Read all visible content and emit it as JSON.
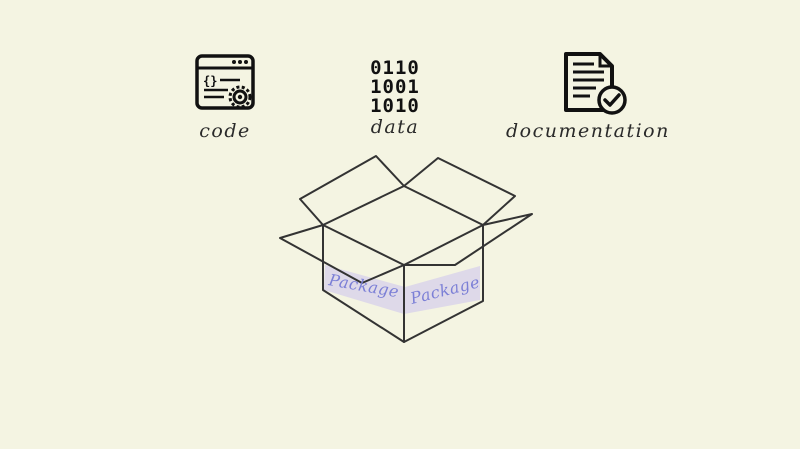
{
  "items": [
    {
      "label": "code",
      "icon": "code-window-icon"
    },
    {
      "label": "data",
      "icon": "binary-data-icon",
      "binary": [
        "0110",
        "1001",
        "1010"
      ]
    },
    {
      "label": "documentation",
      "icon": "document-check-icon"
    }
  ],
  "package": {
    "label_left": "Package",
    "label_right": "Package",
    "icon": "open-box-icon"
  },
  "colors": {
    "background": "#f4f4e2",
    "stroke": "#333333",
    "tape": "#d9d3ea",
    "tape_text": "#7b7fd6"
  }
}
